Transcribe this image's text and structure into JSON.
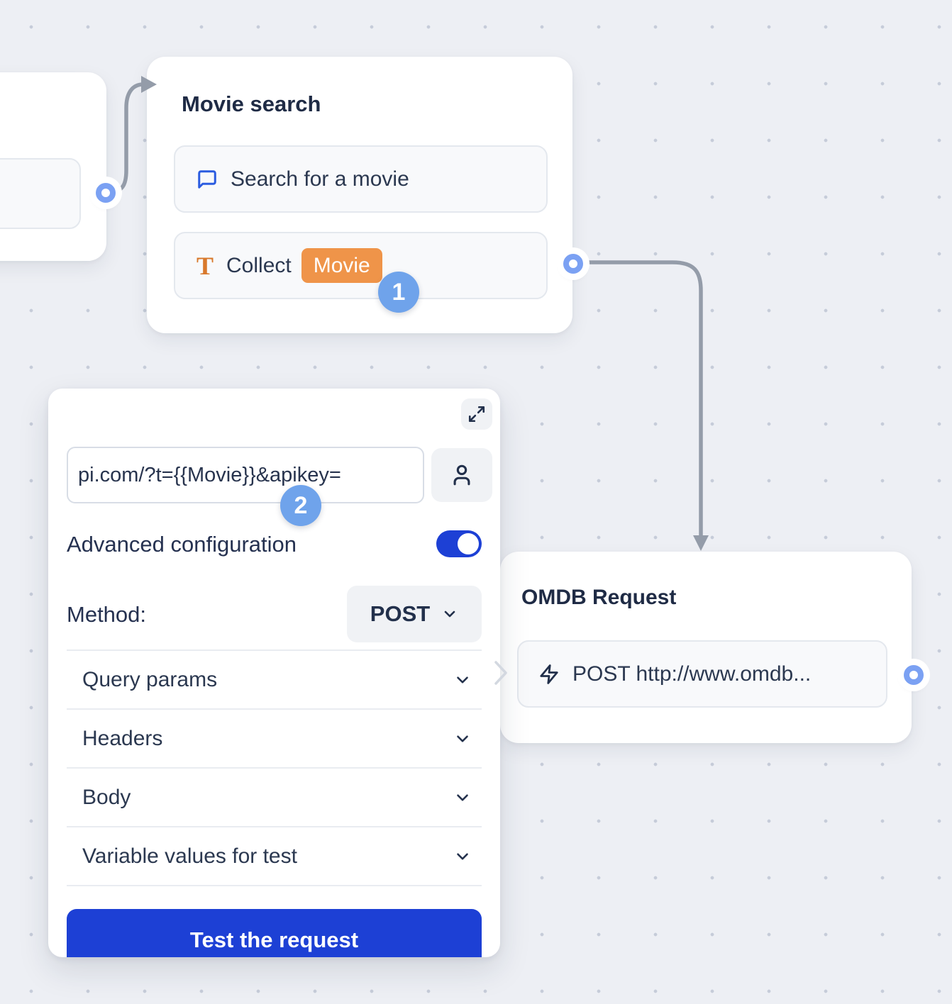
{
  "canvas": {
    "background_color": "#edeff4",
    "grid_dot_color": "#c6ccd9"
  },
  "colors": {
    "primary_blue": "#1d40d5",
    "step_badge_blue": "#6fa3eb",
    "port_blue": "#7ba1f3",
    "connector_gray": "#949ca9",
    "variable_orange": "#ef9449",
    "text_dark_navy": "#1f2b45"
  },
  "step_badges": {
    "one": "1",
    "two": "2"
  },
  "nodes": {
    "movie_search": {
      "title": "Movie search",
      "items": [
        {
          "icon": "chat-bubble-icon",
          "label": "Search for a movie"
        },
        {
          "icon": "text-input-icon",
          "label": "Collect",
          "variable_badge": "Movie"
        }
      ]
    },
    "omdb_request": {
      "title": "OMDB Request",
      "items": [
        {
          "icon": "zap-icon",
          "label": "POST http://www.omdb..."
        }
      ]
    }
  },
  "webhook_panel": {
    "url_value": "pi.com/?t={{Movie}}&apikey=",
    "advanced_configuration_label": "Advanced configuration",
    "advanced_configuration_on": true,
    "method_label": "Method:",
    "method_value": "POST",
    "sections": [
      {
        "label": "Query params"
      },
      {
        "label": "Headers"
      },
      {
        "label": "Body"
      },
      {
        "label": "Variable values for test"
      }
    ],
    "test_button_label": "Test the request"
  }
}
